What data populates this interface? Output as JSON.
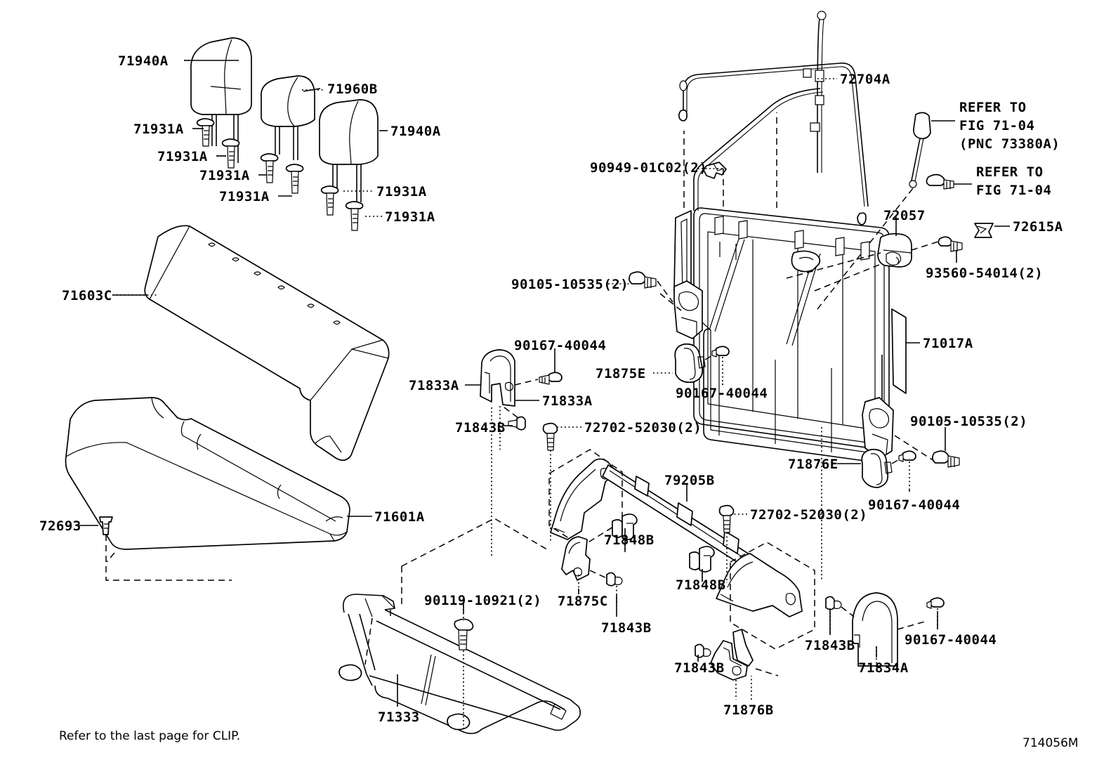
{
  "diagram": {
    "title": "Rear Seat & Seat Track Exploded Parts Diagram",
    "figure_code": "714056M",
    "footnote": "Refer to the last page for CLIP."
  },
  "callouts": [
    {
      "id": "c01",
      "text": "71940A",
      "name": "headrest-assy-left"
    },
    {
      "id": "c02",
      "text": "71960B",
      "name": "headrest-assy-center"
    },
    {
      "id": "c03",
      "text": "71940A",
      "name": "headrest-assy-right"
    },
    {
      "id": "c04",
      "text": "71931A",
      "name": "headrest-support-1"
    },
    {
      "id": "c05",
      "text": "71931A",
      "name": "headrest-support-2"
    },
    {
      "id": "c06",
      "text": "71931A",
      "name": "headrest-support-3"
    },
    {
      "id": "c07",
      "text": "71931A",
      "name": "headrest-support-4"
    },
    {
      "id": "c08",
      "text": "71931A",
      "name": "headrest-support-5"
    },
    {
      "id": "c09",
      "text": "71931A",
      "name": "headrest-support-6"
    },
    {
      "id": "c10",
      "text": "71603C",
      "name": "seatback-cover"
    },
    {
      "id": "c11",
      "text": "71601A",
      "name": "seat-cushion-cover"
    },
    {
      "id": "c12",
      "text": "72693",
      "name": "cushion-clip"
    },
    {
      "id": "c13",
      "text": "72704A",
      "name": "reclining-cable"
    },
    {
      "id": "c14",
      "text": "90949-01C02(2)",
      "name": "cable-clamp"
    },
    {
      "id": "c15",
      "text": "REFER TO\nFIG 71-04\n(PNC 73380A)",
      "name": "refer-fig-71-04-pnc"
    },
    {
      "id": "c16",
      "text": "REFER TO\nFIG 71-04",
      "name": "refer-fig-71-04"
    },
    {
      "id": "c17",
      "text": "72057",
      "name": "seatback-lock-assy"
    },
    {
      "id": "c18",
      "text": "72615A",
      "name": "striker-cover"
    },
    {
      "id": "c19",
      "text": "93560-54014(2)",
      "name": "lock-screw"
    },
    {
      "id": "c20",
      "text": "71017A",
      "name": "seatback-frame"
    },
    {
      "id": "c21",
      "text": "90105-10535(2)",
      "name": "hinge-bolt-left"
    },
    {
      "id": "c22",
      "text": "90105-10535(2)",
      "name": "hinge-bolt-right"
    },
    {
      "id": "c23",
      "text": "90167-40044",
      "name": "cover-screw-top-left"
    },
    {
      "id": "c24",
      "text": "71833A",
      "name": "hinge-cover-outer-left"
    },
    {
      "id": "c25",
      "text": "71833A",
      "name": "hinge-cover-inner-left"
    },
    {
      "id": "c26",
      "text": "71843B",
      "name": "cover-clip-left"
    },
    {
      "id": "c27",
      "text": "71875E",
      "name": "hinge-cap-upper"
    },
    {
      "id": "c28",
      "text": "90167-40044",
      "name": "cover-screw-upper-mid"
    },
    {
      "id": "c29",
      "text": "71876E",
      "name": "hinge-cap-lower"
    },
    {
      "id": "c30",
      "text": "90167-40044",
      "name": "cover-screw-lower-mid"
    },
    {
      "id": "c31",
      "text": "72702-52030(2)",
      "name": "track-bolt-left"
    },
    {
      "id": "c32",
      "text": "72702-52030(2)",
      "name": "track-bolt-right"
    },
    {
      "id": "c33",
      "text": "79205B",
      "name": "seat-track-cross-member"
    },
    {
      "id": "c34",
      "text": "71848B",
      "name": "track-grommet-left"
    },
    {
      "id": "c35",
      "text": "71848B",
      "name": "track-grommet-right"
    },
    {
      "id": "c36",
      "text": "71875C",
      "name": "track-cover-center"
    },
    {
      "id": "c37",
      "text": "71843B",
      "name": "cover-clip-center"
    },
    {
      "id": "c38",
      "text": "90119-10921(2)",
      "name": "frame-bolt"
    },
    {
      "id": "c39",
      "text": "71333",
      "name": "seat-cushion-frame"
    },
    {
      "id": "c40",
      "text": "71843B",
      "name": "cover-clip-lower"
    },
    {
      "id": "c41",
      "text": "71876B",
      "name": "hinge-cap-bottom"
    },
    {
      "id": "c42",
      "text": "71843B",
      "name": "cover-clip-right"
    },
    {
      "id": "c43",
      "text": "71834A",
      "name": "hinge-cover-right"
    },
    {
      "id": "c44",
      "text": "90167-40044",
      "name": "cover-screw-right"
    }
  ]
}
